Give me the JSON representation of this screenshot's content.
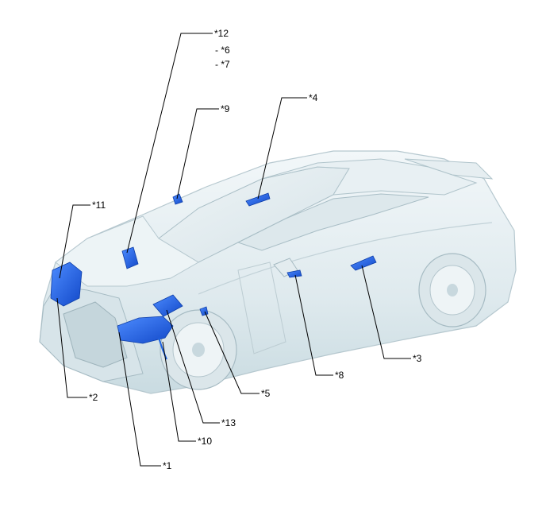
{
  "diagram": {
    "colors": {
      "body": "#e2edf1",
      "body_shade": "#c6d7de",
      "outline": "#9fb4bd",
      "component": "#1e63e0",
      "component_dark": "#0f3fa8",
      "leader": "#000000"
    },
    "callouts": [
      {
        "id": "c12",
        "text": "*12"
      },
      {
        "id": "c6",
        "text": "- *6"
      },
      {
        "id": "c7",
        "text": "- *7"
      },
      {
        "id": "c9",
        "text": "*9"
      },
      {
        "id": "c4",
        "text": "*4"
      },
      {
        "id": "c11",
        "text": "*11"
      },
      {
        "id": "c3",
        "text": "*3"
      },
      {
        "id": "c8",
        "text": "*8"
      },
      {
        "id": "c5",
        "text": "*5"
      },
      {
        "id": "c2",
        "text": "*2"
      },
      {
        "id": "c13",
        "text": "*13"
      },
      {
        "id": "c10",
        "text": "*10"
      },
      {
        "id": "c1",
        "text": "*1"
      }
    ]
  }
}
